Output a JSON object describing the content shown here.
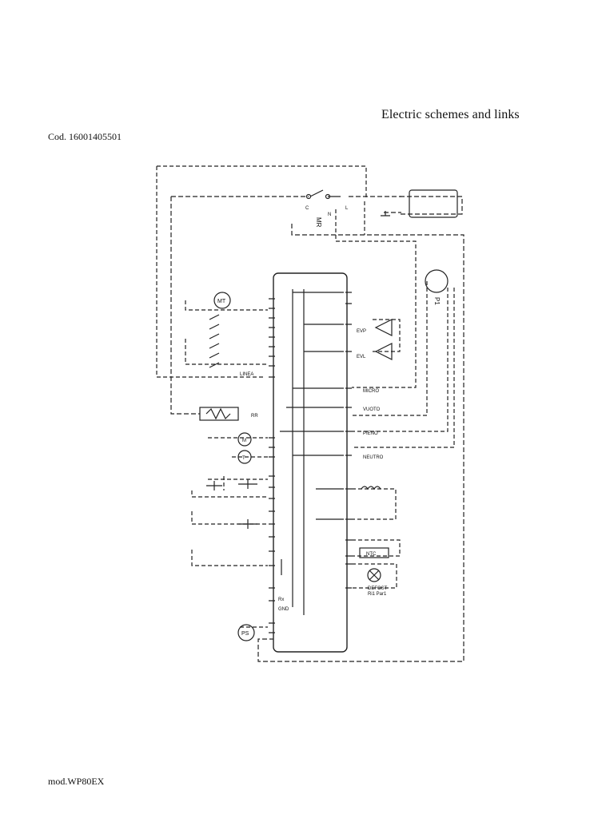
{
  "header": {
    "title": "Electric schemes and links",
    "code": "Cod. 16001405501"
  },
  "footer": {
    "model": "mod.WP80EX"
  },
  "schematic": {
    "labels": {
      "mr": "MR",
      "mt": "MT",
      "line": "LINEA",
      "micro": "MICRO",
      "vuoto": "VUOTO",
      "pieno": "PIENO",
      "neutro": "NEUTRO",
      "evp": "EVP",
      "evl": "EVL",
      "p1": "P1",
      "ps": "PS",
      "rx": "Rx",
      "gnd": "GND",
      "defrost": "DEFOST",
      "defrost2": "Ri1 Par1",
      "ntc": "NTC",
      "rr": "RR",
      "t": "T",
      "m": "M",
      "c": "C",
      "l": "L",
      "n": "N"
    }
  }
}
